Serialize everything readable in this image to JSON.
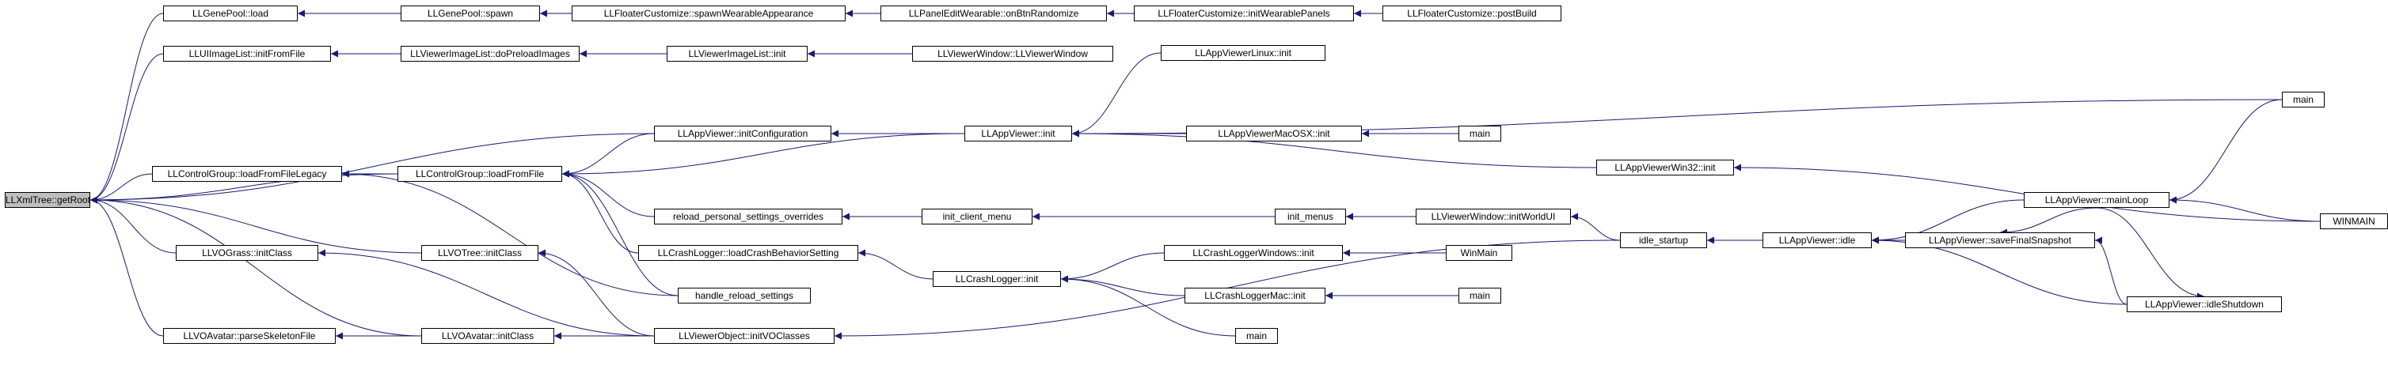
{
  "colors": {
    "focus_fill": "#bfbfbf",
    "node_fill": "#ffffff",
    "edge": "#1a1a6e"
  },
  "nodes": [
    {
      "id": "n0",
      "label": "LLXmlTree::getRoot",
      "focus": true
    },
    {
      "id": "n1",
      "label": "LLGenePool::load"
    },
    {
      "id": "n2",
      "label": "LLGenePool::spawn"
    },
    {
      "id": "n3",
      "label": "LLFloaterCustomize::spawnWearableAppearance"
    },
    {
      "id": "n4",
      "label": "LLPanelEditWearable::onBtnRandomize"
    },
    {
      "id": "n5",
      "label": "LLFloaterCustomize::initWearablePanels"
    },
    {
      "id": "n6",
      "label": "LLFloaterCustomize::postBuild"
    },
    {
      "id": "n7",
      "label": "LLUIImageList::initFromFile"
    },
    {
      "id": "n8",
      "label": "LLViewerImageList::doPreloadImages"
    },
    {
      "id": "n9",
      "label": "LLViewerImageList::init"
    },
    {
      "id": "n10",
      "label": "LLViewerWindow::LLViewerWindow"
    },
    {
      "id": "n11",
      "label": "LLAppViewerLinux::init"
    },
    {
      "id": "n12",
      "label": "LLAppViewer::initConfiguration"
    },
    {
      "id": "n13",
      "label": "LLAppViewer::init"
    },
    {
      "id": "n14",
      "label": "main"
    },
    {
      "id": "n15",
      "label": "LLControlGroup::loadFromFileLegacy"
    },
    {
      "id": "n16",
      "label": "LLControlGroup::loadFromFile"
    },
    {
      "id": "n17",
      "label": "LLAppViewerMacOSX::init"
    },
    {
      "id": "n18",
      "label": "main"
    },
    {
      "id": "n19",
      "label": "LLAppViewerWin32::init"
    },
    {
      "id": "n20",
      "label": "WINMAIN"
    },
    {
      "id": "n21",
      "label": "reload_personal_settings_overrides"
    },
    {
      "id": "n22",
      "label": "init_client_menu"
    },
    {
      "id": "n23",
      "label": "init_menus"
    },
    {
      "id": "n24",
      "label": "LLViewerWindow::initWorldUI"
    },
    {
      "id": "n25",
      "label": "LLAppViewer::mainLoop"
    },
    {
      "id": "n26",
      "label": "LLVOGrass::initClass"
    },
    {
      "id": "n27",
      "label": "LLVOTree::initClass"
    },
    {
      "id": "n28",
      "label": "LLCrashLogger::loadCrashBehaviorSetting"
    },
    {
      "id": "n29",
      "label": "LLCrashLogger::init"
    },
    {
      "id": "n30",
      "label": "LLCrashLoggerWindows::init"
    },
    {
      "id": "n31",
      "label": "WinMain"
    },
    {
      "id": "n32",
      "label": "idle_startup"
    },
    {
      "id": "n33",
      "label": "LLAppViewer::idle"
    },
    {
      "id": "n34",
      "label": "LLAppViewer::saveFinalSnapshot"
    },
    {
      "id": "n35",
      "label": "LLAppViewer::idleShutdown"
    },
    {
      "id": "n36",
      "label": "handle_reload_settings"
    },
    {
      "id": "n37",
      "label": "LLCrashLoggerMac::init"
    },
    {
      "id": "n38",
      "label": "main"
    },
    {
      "id": "n39",
      "label": "main"
    },
    {
      "id": "n40",
      "label": "LLVOAvatar::parseSkeletonFile"
    },
    {
      "id": "n41",
      "label": "LLVOAvatar::initClass"
    },
    {
      "id": "n42",
      "label": "LLViewerObject::initVOClasses"
    }
  ],
  "edges": [
    [
      "n1",
      "n0"
    ],
    [
      "n7",
      "n0"
    ],
    [
      "n12",
      "n0"
    ],
    [
      "n15",
      "n0"
    ],
    [
      "n16",
      "n0"
    ],
    [
      "n26",
      "n0"
    ],
    [
      "n27",
      "n0"
    ],
    [
      "n40",
      "n0"
    ],
    [
      "n41",
      "n0"
    ],
    [
      "n2",
      "n1"
    ],
    [
      "n3",
      "n2"
    ],
    [
      "n4",
      "n3"
    ],
    [
      "n5",
      "n4"
    ],
    [
      "n6",
      "n5"
    ],
    [
      "n8",
      "n7"
    ],
    [
      "n9",
      "n8"
    ],
    [
      "n10",
      "n9"
    ],
    [
      "n13",
      "n12"
    ],
    [
      "n11",
      "n13"
    ],
    [
      "n14",
      "n13"
    ],
    [
      "n17",
      "n13"
    ],
    [
      "n19",
      "n13"
    ],
    [
      "n16",
      "n15"
    ],
    [
      "n36",
      "n15"
    ],
    [
      "n12",
      "n16"
    ],
    [
      "n13",
      "n16"
    ],
    [
      "n21",
      "n16"
    ],
    [
      "n28",
      "n16"
    ],
    [
      "n36",
      "n16"
    ],
    [
      "n18",
      "n17"
    ],
    [
      "n20",
      "n19"
    ],
    [
      "n22",
      "n21"
    ],
    [
      "n23",
      "n22"
    ],
    [
      "n24",
      "n23"
    ],
    [
      "n32",
      "n24"
    ],
    [
      "n33",
      "n32"
    ],
    [
      "n25",
      "n33"
    ],
    [
      "n34",
      "n33"
    ],
    [
      "n35",
      "n33"
    ],
    [
      "n14",
      "n25"
    ],
    [
      "n20",
      "n25"
    ],
    [
      "n25",
      "n34"
    ],
    [
      "n35",
      "n34"
    ],
    [
      "n25",
      "n35"
    ],
    [
      "n42",
      "n26"
    ],
    [
      "n42",
      "n27"
    ],
    [
      "n42",
      "n41"
    ],
    [
      "n41",
      "n40"
    ],
    [
      "n32",
      "n42"
    ],
    [
      "n29",
      "n28"
    ],
    [
      "n30",
      "n29"
    ],
    [
      "n37",
      "n29"
    ],
    [
      "n38",
      "n29"
    ],
    [
      "n31",
      "n30"
    ],
    [
      "n39",
      "n37"
    ]
  ]
}
